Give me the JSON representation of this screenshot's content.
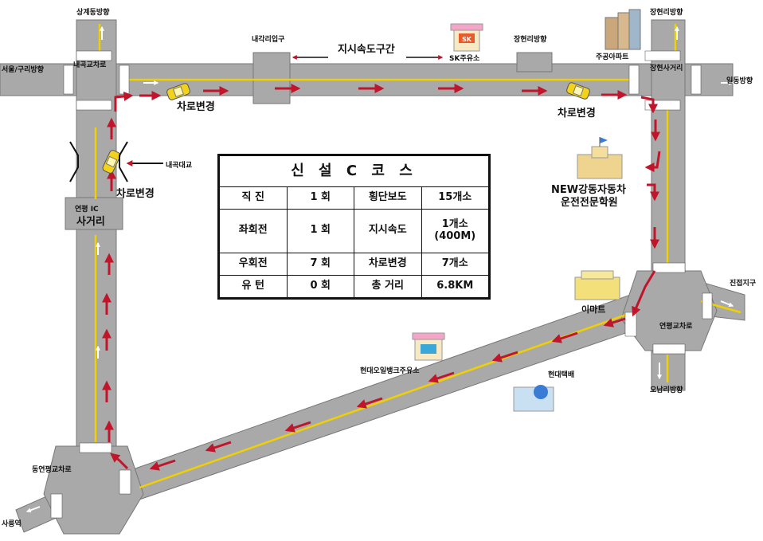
{
  "labels": {
    "sanggye": "상계동방향",
    "seoul_guri": "서울/구리방향",
    "naegok_intersection": "내곡교차로",
    "naegangni_entrance": "내각리입구",
    "speed_section": "지시속도구간",
    "sk_station": "SK주유소",
    "jangheyonri_dir": "장현리방향",
    "jugong_apt": "주공아파트",
    "jangheyonri_dir2": "장현리방향",
    "janghyeon_intersection": "장현사거리",
    "ildong_dir": "일동방향",
    "lane_change_1": "차로변경",
    "lane_change_2": "차로변경",
    "lane_change_3": "차로변경",
    "naegok_bridge": "내곡대교",
    "yeonpyeong_ic": "연평 IC",
    "yeonpyeong_ic_2": "사거리",
    "new_school": "NEW강동자동차",
    "new_school_2": "운전전문학원",
    "emart": "이마트",
    "jinjeop": "진접지구",
    "yeonpyeong_intersection": "연평교차로",
    "hyundai_oilbank": "현대오일뱅크주유소",
    "hyundai_taekbae": "현대택배",
    "onamni_dir": "오남리방향",
    "dongyeonpyeong": "동연평교차로",
    "sareung": "사릉역",
    "sk_logo": "SK"
  },
  "course_table": {
    "title": "신 설 C 코 스",
    "rows": [
      {
        "k1": "직    진",
        "v1": "1 회",
        "k2": "횡단보도",
        "v2": "15개소"
      },
      {
        "k1": "좌회전",
        "v1": "1 회",
        "k2": "지시속도",
        "v2": "1개소",
        "v2b": "(400M)"
      },
      {
        "k1": "우회전",
        "v1": "7 회",
        "k2": "차로변경",
        "v2": "7개소"
      },
      {
        "k1": "유    턴",
        "v1": "0 회",
        "k2": "총 거리",
        "v2": "6.8KM"
      }
    ]
  },
  "colors": {
    "road": "#a9a9a9",
    "road_dark": "#8f8f8f",
    "route_arrow": "#c0152a",
    "center_line": "#f0d000",
    "car": "#f2d21a"
  }
}
